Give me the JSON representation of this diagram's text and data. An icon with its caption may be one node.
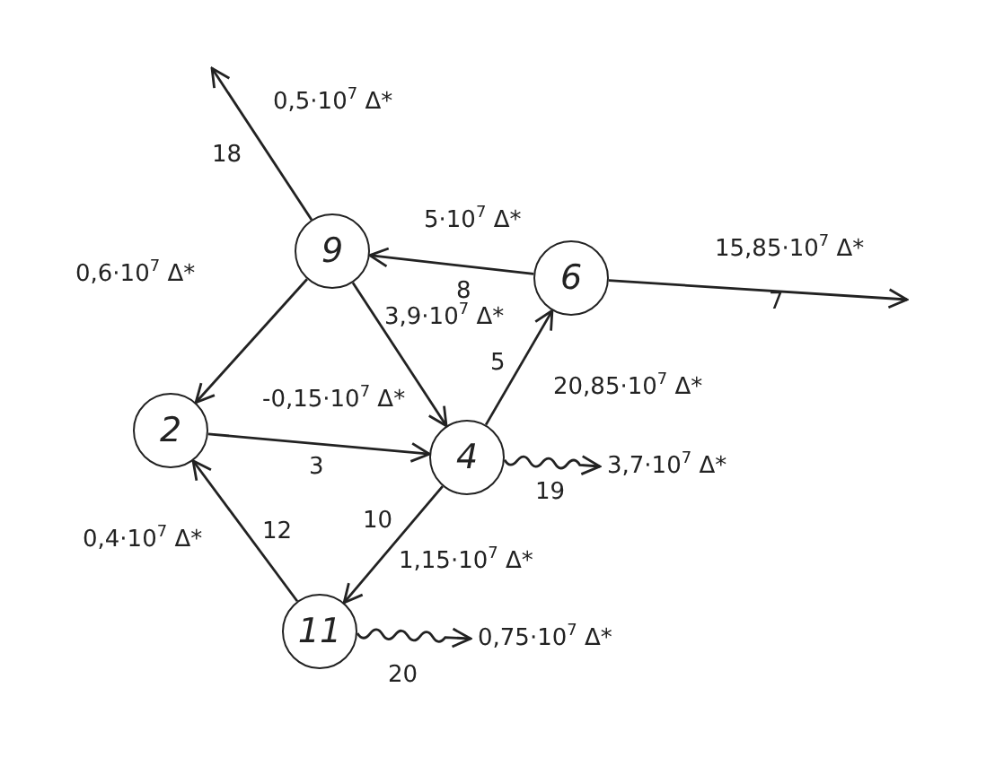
{
  "diagram": {
    "nodes": [
      {
        "text": [
          "9"
        ]
      },
      {
        "text": [
          "6"
        ]
      },
      {
        "text": [
          "2"
        ]
      },
      {
        "text": [
          "4"
        ]
      },
      {
        "text": [
          "11"
        ]
      },
      {
        "text": [
          "3,7·10$^{7}$ Δ*"
        ]
      },
      {
        "text": [
          "0,75·10$^{7}$ Δ*"
        ]
      }
    ],
    "edges": [
      {
        "from": 0,
        "to": null,
        "arrow": "to",
        "label": "18"
      },
      {
        "from": 1,
        "to": 0,
        "arrow": "to",
        "label": "8"
      },
      {
        "from": 1,
        "to": null,
        "arrow": "to",
        "label": "7"
      },
      {
        "from": 0,
        "to": 2,
        "arrow": "to"
      },
      {
        "from": 0,
        "to": 3,
        "arrow": "to"
      },
      {
        "from": 2,
        "to": 3,
        "arrow": "to",
        "label": "3"
      },
      {
        "from": 3,
        "to": 1,
        "arrow": "to",
        "label": "5"
      },
      {
        "from": 3,
        "to": 5,
        "arrow": "to",
        "label": "19"
      },
      {
        "from": 3,
        "to": 4,
        "arrow": "to",
        "label": "10"
      },
      {
        "from": 4,
        "to": 2,
        "arrow": "to",
        "label": "12"
      },
      {
        "from": 4,
        "to": 6,
        "arrow": "to",
        "label": "20"
      }
    ],
    "labels": [
      "0,5·10$^{7}$ Δ*",
      "5·10$^{7}$ Δ*",
      "15,85·10$^{7}$ Δ*",
      "0,6·10$^{7}$ Δ*",
      "3,9·10$^{7}$ Δ*",
      "-0,15·10$^{7}$ Δ*",
      "20,85·10$^{7}$ Δ*",
      "1,15·10$^{7}$ Δ*",
      "0,4·10$^{7}$ Δ*"
    ]
  }
}
